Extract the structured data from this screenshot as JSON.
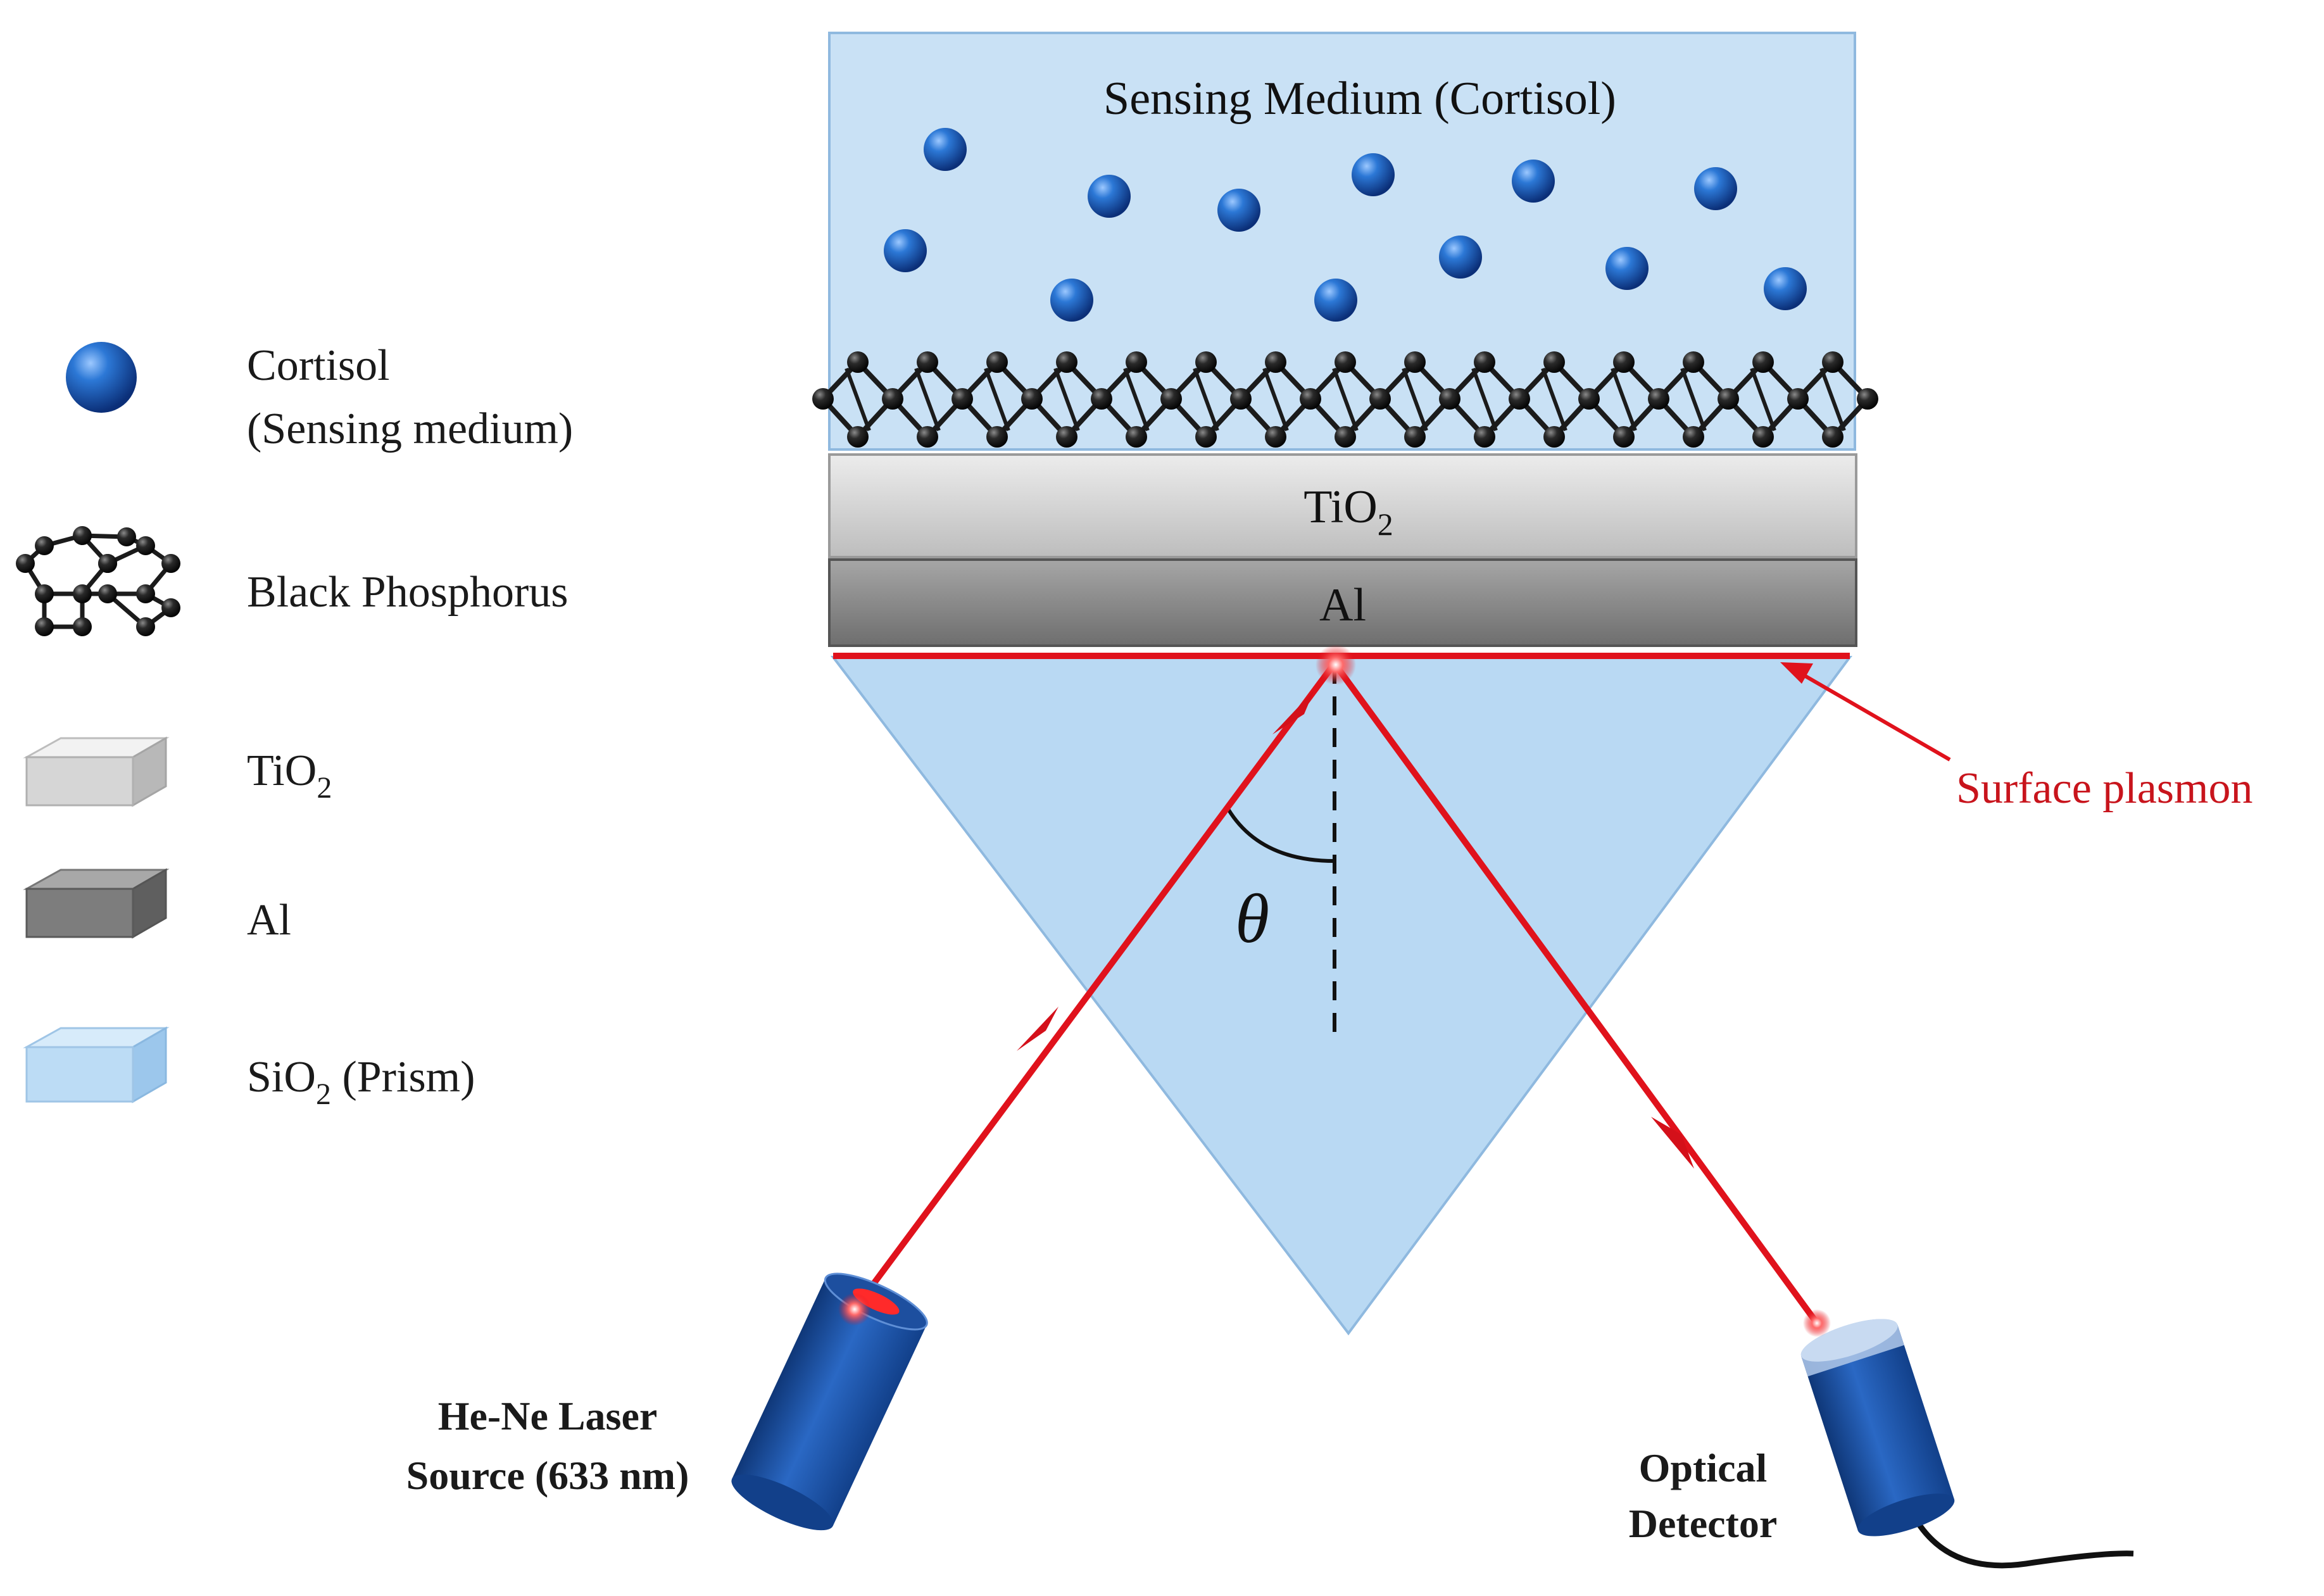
{
  "title": "Sensing Medium (Cortisol)",
  "layers": {
    "tio2_main": "TiO",
    "tio2_sub": "2",
    "al": "Al"
  },
  "angle_symbol": "θ",
  "surface_plasmon": "Surface plasmon",
  "laser_source": {
    "line1": "He-Ne Laser",
    "line2": "Source (633 nm)"
  },
  "detector": {
    "line1": "Optical",
    "line2": "Detector"
  },
  "legend": {
    "cortisol_line1": "Cortisol",
    "cortisol_line2": "(Sensing medium)",
    "black_phosphorus": "Black Phosphorus",
    "tio2_main": "TiO",
    "tio2_sub": "2",
    "al": "Al",
    "sio2_main": "SiO",
    "sio2_sub": "2",
    "sio2_suffix": " (Prism)"
  },
  "colors": {
    "sensing_medium": "#c9e1f5",
    "prism": "#b9d9f3",
    "tio2": "#cfcfcf",
    "al": "#8a8a8a",
    "laser_beam": "#e0121c",
    "molecule": "#1c5fb8",
    "phosphorus_atom": "#1e1e1e",
    "cylinder": "#1d4f9f"
  },
  "icons": {
    "cortisol": "blue-sphere-icon",
    "black_phosphorus": "hexagonal-lattice-icon",
    "tio2": "light-gray-block-icon",
    "al": "dark-gray-block-icon",
    "sio2": "light-blue-block-icon"
  }
}
